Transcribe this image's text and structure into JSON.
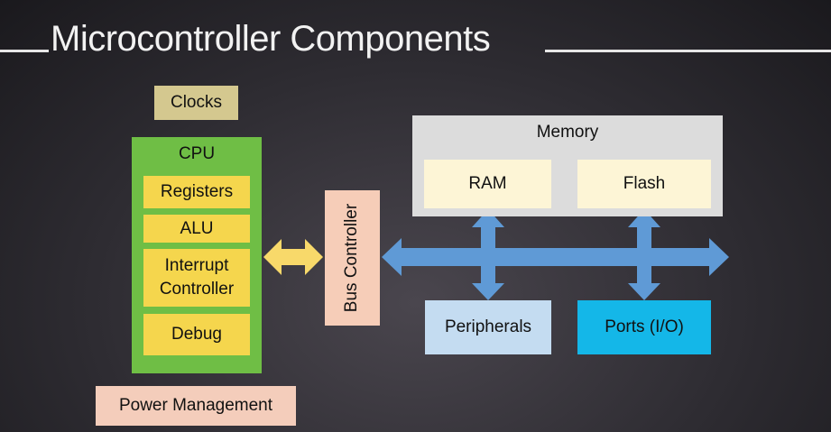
{
  "title": "Microcontroller Components",
  "clocks": "Clocks",
  "cpu": {
    "title": "CPU",
    "items": [
      "Registers",
      "ALU",
      "Interrupt Controller",
      "Debug"
    ]
  },
  "power": "Power Management",
  "bus": "Bus Controller",
  "memory": {
    "title": "Memory",
    "ram": "RAM",
    "flash": "Flash"
  },
  "peripherals": "Peripherals",
  "ports": "Ports (I/O)",
  "colors": {
    "cpu": "#6fbe45",
    "cpu_items": "#f5d64d",
    "clocks": "#d4c88f",
    "power": "#f4cdbb",
    "bus": "#f6cdb8",
    "memory": "#dcdcdc",
    "memory_items": "#fdf5d6",
    "peripherals": "#c4dcf1",
    "ports": "#14b7e8",
    "bus_arrow": "#5f9ad6",
    "cpu_bus_arrow": "#f8d96a"
  }
}
